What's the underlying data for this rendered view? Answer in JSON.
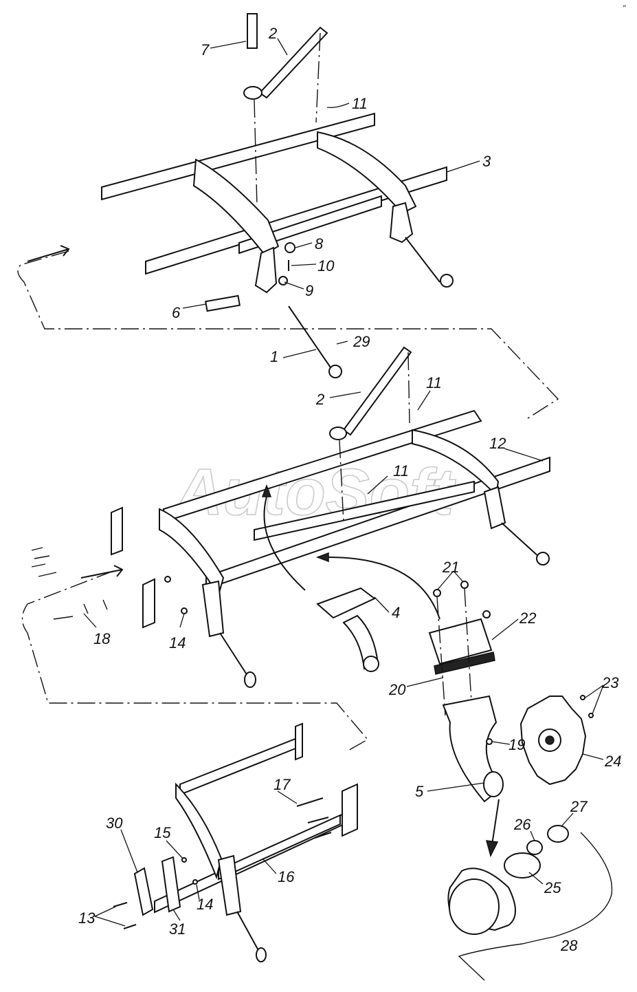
{
  "watermark": "AutoSoft",
  "corner_mark": "\"",
  "callouts": [
    "1",
    "2",
    "3",
    "4",
    "5",
    "6",
    "7",
    "8",
    "9",
    "10",
    "11",
    "12",
    "13",
    "14",
    "15",
    "16",
    "17",
    "18",
    "19",
    "20",
    "21",
    "22",
    "23",
    "24",
    "25",
    "26",
    "27",
    "28",
    "29",
    "30",
    "31"
  ]
}
